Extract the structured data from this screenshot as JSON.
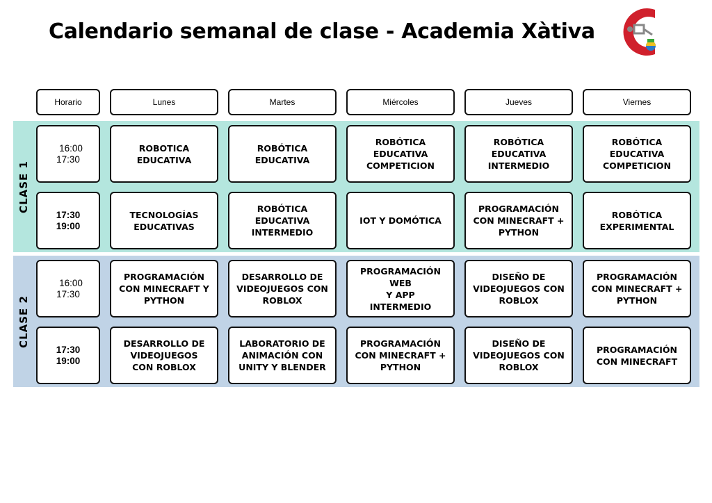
{
  "title": "Calendario semanal de clase - Academia Xàtiva",
  "headers": [
    "Horario",
    "Lunes",
    "Martes",
    "Miércoles",
    "Jueves",
    "Viernes"
  ],
  "bands": [
    {
      "label": "CLASE 1",
      "rows": [
        {
          "start": "16:00",
          "end": "17:30",
          "time_bold": false,
          "cells": [
            "ROBOTICA\nEDUCATIVA",
            "ROBÓTICA\nEDUCATIVA",
            "ROBÓTICA\nEDUCATIVA\nCOMPETICION",
            "ROBÓTICA\nEDUCATIVA\nINTERMEDIO",
            "ROBÓTICA\nEDUCATIVA\nCOMPETICION"
          ]
        },
        {
          "start": "17:30",
          "end": "19:00",
          "time_bold": true,
          "cells": [
            "TECNOLOGÍAS\nEDUCATIVAS",
            "ROBÓTICA\nEDUCATIVA\nINTERMEDIO",
            "IOT Y DOMÓTICA",
            "PROGRAMACIÓN\nCON MINECRAFT +\nPYTHON",
            "ROBÓTICA\nEXPERIMENTAL"
          ]
        }
      ]
    },
    {
      "label": "CLASE 2",
      "rows": [
        {
          "start": "16:00",
          "end": "17:30",
          "time_bold": false,
          "cells": [
            "PROGRAMACIÓN\nCON MINECRAFT Y\nPYTHON",
            "DESARROLLO  DE\nVIDEOJUEGOS CON\nROBLOX",
            "PROGRAMACIÓN\nWEB\nY APP\nINTERMEDIO",
            "DISEÑO DE\nVIDEOJUEGOS CON\nROBLOX",
            "PROGRAMACIÓN\nCON MINECRAFT +\nPYTHON"
          ]
        },
        {
          "start": "17:30",
          "end": "19:00",
          "time_bold": true,
          "cells": [
            "DESARROLLO  DE\nVIDEOJUEGOS\nCON ROBLOX",
            "LABORATORIO DE\nANIMACIÓN CON\nUNITY Y BLENDER",
            "PROGRAMACIÓN\nCON MINECRAFT +\nPYTHON",
            "DISEÑO DE\nVIDEOJUEGOS CON\nROBLOX",
            "PROGRAMACIÓN\nCON MINECRAFT"
          ]
        }
      ]
    }
  ],
  "colors": {
    "band1": "#b4e6de",
    "band2": "#c0d3e6",
    "logo_red": "#d0202c"
  },
  "logo_icon": "academia-logo-icon"
}
